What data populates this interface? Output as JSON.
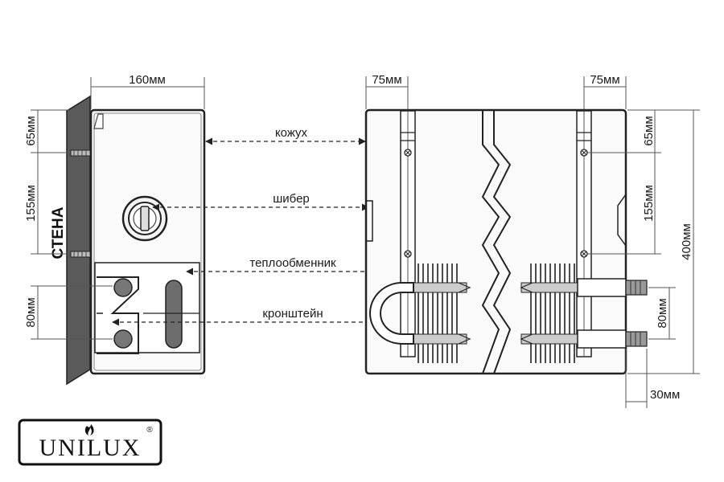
{
  "dimensions": {
    "side_width": "160мм",
    "front_left_offset": "75мм",
    "front_right_offset": "75мм",
    "top_offset_left": "65мм",
    "spacing_left": "155мм",
    "pipe_spacing_left": "80мм",
    "top_offset_right": "65мм",
    "spacing_right": "155мм",
    "total_height": "400мм",
    "pipe_spacing_right": "80мм",
    "pipe_protrusion": "30мм"
  },
  "callouts": {
    "casing": "кожух",
    "damper": "шибер",
    "heat_exchanger": "теплообменник",
    "bracket": "кронштейн"
  },
  "wall_label": "СТЕНА",
  "logo": {
    "brand": "UNILUX",
    "registered": "®"
  }
}
